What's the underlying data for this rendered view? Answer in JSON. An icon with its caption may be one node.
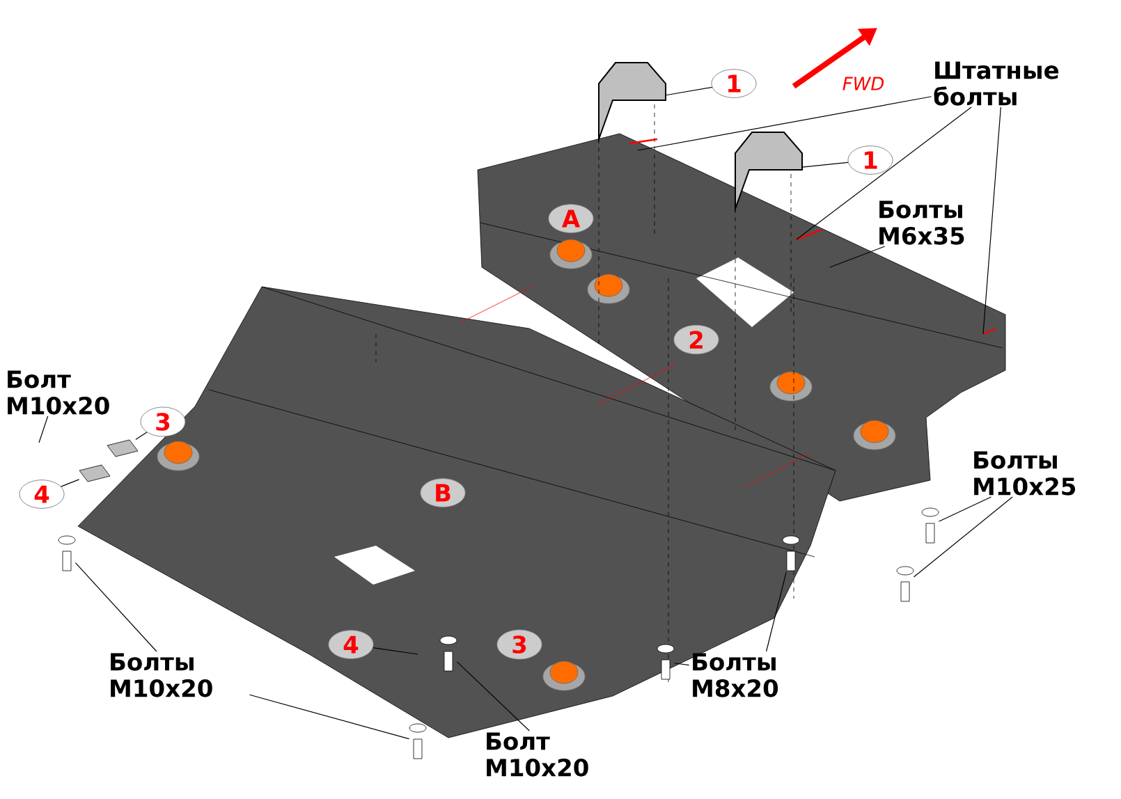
{
  "diagram": {
    "nodes": [
      {
        "text": [
          "1"
        ]
      },
      {
        "text": [
          "1"
        ]
      },
      {
        "text": [
          "Штатные болты"
        ]
      },
      {
        "text": [
          "Болты M6x35"
        ]
      },
      {
        "text": [
          "A"
        ]
      },
      {
        "text": [
          "2"
        ]
      },
      {
        "text": [
          "Болт M10x20"
        ]
      },
      {
        "text": [
          "3"
        ]
      },
      {
        "text": [
          "4"
        ]
      },
      {
        "text": [
          "B"
        ]
      },
      {
        "text": [
          "Болты M10x25"
        ]
      },
      {
        "text": [
          "Болты M10x20"
        ]
      },
      {
        "text": [
          "4"
        ]
      },
      {
        "text": [
          "3"
        ]
      },
      {
        "text": [
          "Болт M10x20"
        ]
      },
      {
        "text": [
          "Болты M8x20"
        ]
      },
      {
        "text": [],
        "shape": "bracket"
      },
      {
        "text": [],
        "shape": "bracket"
      },
      {
        "text": [],
        "shape": "bar"
      },
      {
        "text": [],
        "shape": "bar"
      },
      {
        "text": [],
        "shape": "bolt"
      },
      {
        "text": [],
        "shape": "bolt"
      },
      {
        "text": [],
        "shape": "bolt"
      },
      {
        "text": [],
        "shape": "bolt"
      },
      {
        "text": [],
        "shape": "bolt"
      },
      {
        "text": [],
        "shape": "bolt"
      },
      {
        "text": [],
        "shape": "bolt"
      }
    ],
    "edges": [
      {
        "from": 0,
        "to": 16,
        "arrow": "none"
      },
      {
        "from": 1,
        "to": 17,
        "arrow": "none"
      },
      {
        "from": 2,
        "to": null,
        "arrow": "none"
      },
      {
        "from": 2,
        "to": null,
        "arrow": "none"
      },
      {
        "from": 2,
        "to": null,
        "arrow": "none"
      },
      {
        "from": 3,
        "to": null,
        "arrow": "none"
      },
      {
        "from": 6,
        "to": null,
        "arrow": "none"
      },
      {
        "from": 7,
        "to": 18,
        "arrow": "none"
      },
      {
        "from": 8,
        "to": 19,
        "arrow": "none"
      },
      {
        "from": 10,
        "to": 26,
        "arrow": "none"
      },
      {
        "from": 10,
        "to": 25,
        "arrow": "none"
      },
      {
        "from": 11,
        "to": 20,
        "arrow": "none"
      },
      {
        "from": 11,
        "to": 21,
        "arrow": "none"
      },
      {
        "from": 12,
        "to": null,
        "arrow": "none"
      },
      {
        "from": 14,
        "to": 22,
        "arrow": "none"
      },
      {
        "from": 15,
        "to": 24,
        "arrow": "none"
      },
      {
        "from": 15,
        "to": 23,
        "arrow": "none"
      }
    ],
    "labels": [
      "FWD"
    ]
  }
}
